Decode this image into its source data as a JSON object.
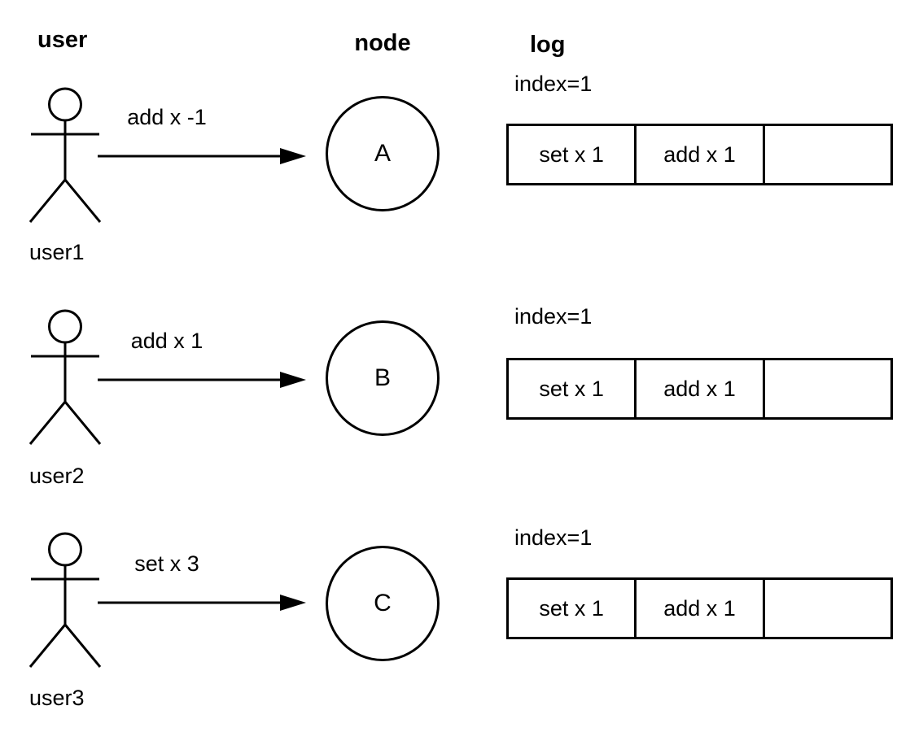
{
  "headers": {
    "user": "user",
    "node": "node",
    "log": "log"
  },
  "colors": {
    "stroke": "#000000",
    "background": "#ffffff"
  },
  "rows": [
    {
      "user": {
        "name": "user1"
      },
      "message": "add x -1",
      "node": {
        "label": "A"
      },
      "log": {
        "index_label": "index=1",
        "cells": [
          "set x 1",
          "add x 1",
          ""
        ]
      }
    },
    {
      "user": {
        "name": "user2"
      },
      "message": "add x 1",
      "node": {
        "label": "B"
      },
      "log": {
        "index_label": "index=1",
        "cells": [
          "set x 1",
          "add x 1",
          ""
        ]
      }
    },
    {
      "user": {
        "name": "user3"
      },
      "message": "set x 3",
      "node": {
        "label": "C"
      },
      "log": {
        "index_label": "index=1",
        "cells": [
          "set x 1",
          "add x 1",
          ""
        ]
      }
    }
  ]
}
